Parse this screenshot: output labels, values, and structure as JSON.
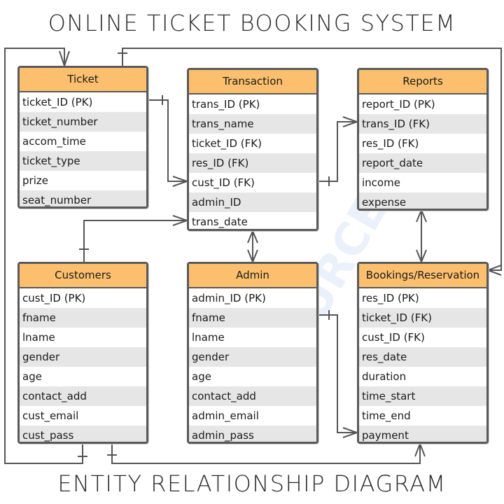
{
  "title_top": "ONLINE TICKET BOOKING SYSTEM",
  "title_bottom": "ENTITY RELATIONSHIP DIAGRAM",
  "watermark": "IT SOURCE",
  "entities": {
    "ticket": {
      "name": "Ticket",
      "attributes": [
        "ticket_ID (PK)",
        "ticket_number",
        "accom_time",
        "ticket_type",
        "prize",
        "seat_number"
      ]
    },
    "transaction": {
      "name": "Transaction",
      "attributes": [
        "trans_ID (PK)",
        "trans_name",
        "ticket_ID (FK)",
        "res_ID (FK)",
        "cust_ID (FK)",
        "admin_ID",
        "trans_date"
      ]
    },
    "reports": {
      "name": "Reports",
      "attributes": [
        "report_ID (PK)",
        "trans_ID (FK)",
        "res_ID (FK)",
        "report_date",
        "income",
        "expense"
      ]
    },
    "customers": {
      "name": "Customers",
      "attributes": [
        "cust_ID (PK)",
        "fname",
        "lname",
        "gender",
        "age",
        "contact_add",
        "cust_email",
        "cust_pass"
      ]
    },
    "admin": {
      "name": "Admin",
      "attributes": [
        "admin_ID (PK)",
        "fname",
        "lname",
        "gender",
        "age",
        "contact_add",
        "admin_email",
        "admin_pass"
      ]
    },
    "bookings": {
      "name": "Bookings/Reservation",
      "attributes": [
        "res_ID (PK)",
        "ticket_ID (FK)",
        "cust_ID (FK)",
        "res_date",
        "duration",
        "time_start",
        "time_end",
        "payment"
      ]
    }
  },
  "colors": {
    "header": "#fcbf6e",
    "border": "#5a5a5a",
    "row_alt": "#e6e6e6",
    "line": "#555555"
  }
}
